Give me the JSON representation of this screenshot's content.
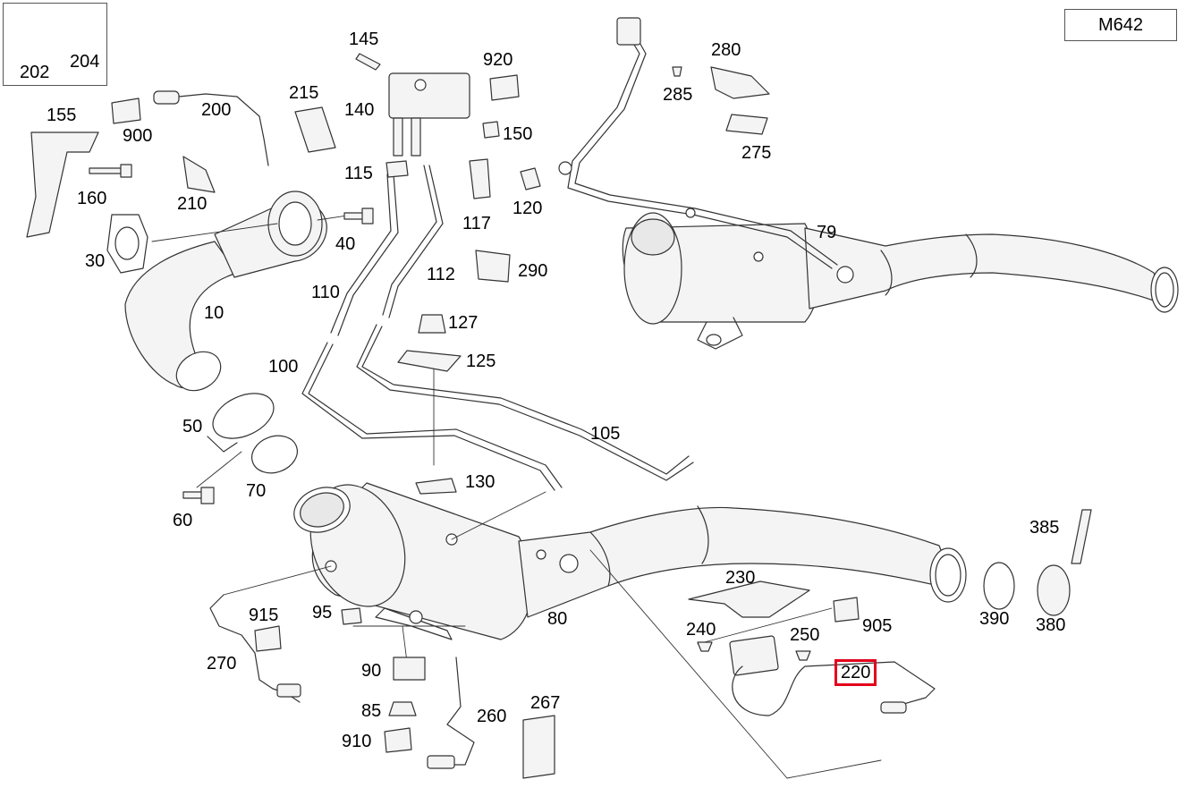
{
  "model": "M642",
  "selected_part": "220",
  "colors": {
    "line": "#333333",
    "fill": "#f4f4f4",
    "highlight": "#e3001b"
  },
  "inset": {
    "labels": [
      "202",
      "204"
    ]
  },
  "callouts": [
    {
      "id": "202",
      "label": "202"
    },
    {
      "id": "204",
      "label": "204"
    },
    {
      "id": "145",
      "label": "145"
    },
    {
      "id": "920",
      "label": "920"
    },
    {
      "id": "280",
      "label": "280"
    },
    {
      "id": "285",
      "label": "285"
    },
    {
      "id": "275",
      "label": "275"
    },
    {
      "id": "215",
      "label": "215"
    },
    {
      "id": "140",
      "label": "140"
    },
    {
      "id": "150",
      "label": "150"
    },
    {
      "id": "155",
      "label": "155"
    },
    {
      "id": "200",
      "label": "200"
    },
    {
      "id": "900",
      "label": "900"
    },
    {
      "id": "115",
      "label": "115"
    },
    {
      "id": "160",
      "label": "160"
    },
    {
      "id": "210",
      "label": "210"
    },
    {
      "id": "117",
      "label": "117"
    },
    {
      "id": "120",
      "label": "120"
    },
    {
      "id": "30",
      "label": "30"
    },
    {
      "id": "40",
      "label": "40"
    },
    {
      "id": "79",
      "label": "79"
    },
    {
      "id": "290",
      "label": "290"
    },
    {
      "id": "110",
      "label": "110"
    },
    {
      "id": "112",
      "label": "112"
    },
    {
      "id": "10",
      "label": "10"
    },
    {
      "id": "127",
      "label": "127"
    },
    {
      "id": "125",
      "label": "125"
    },
    {
      "id": "100",
      "label": "100"
    },
    {
      "id": "105",
      "label": "105"
    },
    {
      "id": "50",
      "label": "50"
    },
    {
      "id": "130",
      "label": "130"
    },
    {
      "id": "70",
      "label": "70"
    },
    {
      "id": "60",
      "label": "60"
    },
    {
      "id": "385",
      "label": "385"
    },
    {
      "id": "230",
      "label": "230"
    },
    {
      "id": "95",
      "label": "95"
    },
    {
      "id": "80",
      "label": "80"
    },
    {
      "id": "915",
      "label": "915"
    },
    {
      "id": "905",
      "label": "905"
    },
    {
      "id": "390",
      "label": "390"
    },
    {
      "id": "380",
      "label": "380"
    },
    {
      "id": "240",
      "label": "240"
    },
    {
      "id": "250",
      "label": "250"
    },
    {
      "id": "270",
      "label": "270"
    },
    {
      "id": "220",
      "label": "220"
    },
    {
      "id": "90",
      "label": "90"
    },
    {
      "id": "267",
      "label": "267"
    },
    {
      "id": "85",
      "label": "85"
    },
    {
      "id": "260",
      "label": "260"
    },
    {
      "id": "910",
      "label": "910"
    }
  ]
}
